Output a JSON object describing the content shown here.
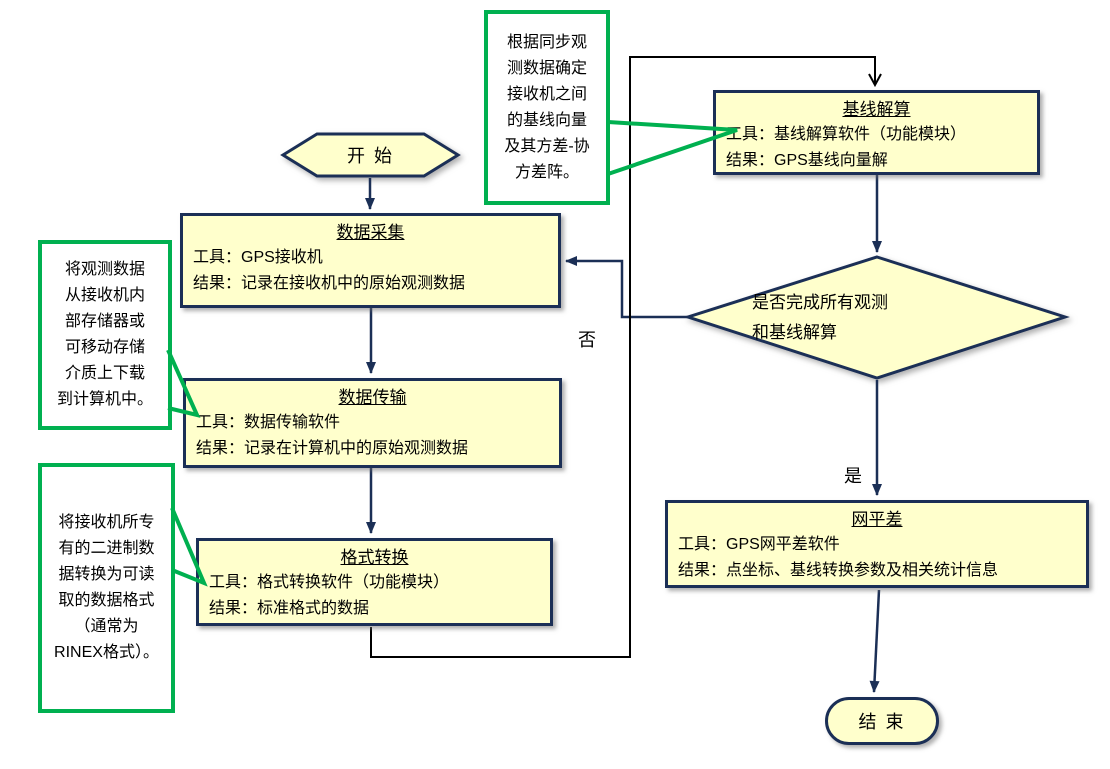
{
  "colors": {
    "node_fill": "#FFFFCC",
    "node_border": "#1B2F56",
    "arrow": "#1B2F56",
    "loop_line": "#000000",
    "callout_border": "#00B050",
    "callout_fill": "#FFFFFF",
    "text": "#000000"
  },
  "nodes": {
    "start": {
      "label": "开 始"
    },
    "collect": {
      "title": "数据采集",
      "tool": "工具：GPS接收机",
      "result": "结果：记录在接收机中的原始观测数据"
    },
    "transfer": {
      "title": "数据传输",
      "tool": "工具：数据传输软件",
      "result": "结果：记录在计算机中的原始观测数据"
    },
    "convert": {
      "title": "格式转换",
      "tool": "工具：格式转换软件（功能模块）",
      "result": "结果：标准格式的数据"
    },
    "baseline": {
      "title": "基线解算",
      "tool": "工具：基线解算软件（功能模块）",
      "result": "结果：GPS基线向量解"
    },
    "decision": {
      "label": "是否完成所有观测\n和基线解算"
    },
    "adjustment": {
      "title": "网平差",
      "tool": "工具：GPS网平差软件",
      "result": "结果：点坐标、基线转换参数及相关统计信息"
    },
    "end": {
      "label": "结 束"
    }
  },
  "edge_labels": {
    "no": "否",
    "yes": "是"
  },
  "callouts": {
    "baseline_note": "根据同步观\n测数据确定\n接收机之间\n的基线向量\n及其方差-协\n方差阵。",
    "transfer_note": "将观测数据\n从接收机内\n部存储器或\n可移动存储\n介质上下载\n到计算机中。",
    "convert_note": "将接收机所专\n有的二进制数\n据转换为可读\n取的数据格式\n（通常为\nRINEX格式）。"
  }
}
